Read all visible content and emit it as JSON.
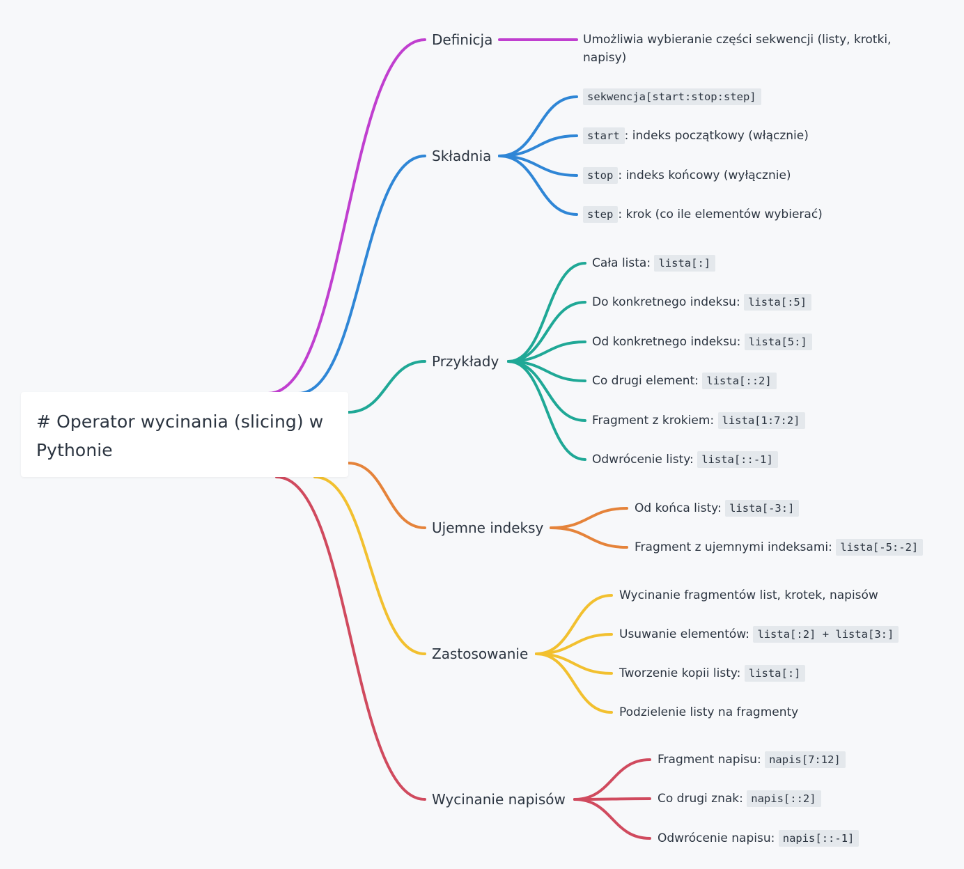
{
  "root": {
    "title": "# Operator wycinania (slicing) w Pythonie"
  },
  "colors": {
    "definicja": "#c03fcf",
    "skladnia": "#2f86d6",
    "przyklady": "#1fa896",
    "ujemne": "#e5833a",
    "zastosowanie": "#f2c02f",
    "napisy": "#d04a5e"
  },
  "branches": [
    {
      "label": "Definicja",
      "children": [
        {
          "text": "Umożliwia wybieranie części sekwencji (listy, krotki, napisy)",
          "code": ""
        }
      ]
    },
    {
      "label": "Składnia",
      "children": [
        {
          "code_first": "sekwencja[start:stop:step]",
          "text": ""
        },
        {
          "code_first": "start",
          "text": ": indeks początkowy (włącznie)"
        },
        {
          "code_first": "stop",
          "text": ": indeks końcowy (wyłącznie)"
        },
        {
          "code_first": "step",
          "text": ": krok (co ile elementów wybierać)"
        }
      ]
    },
    {
      "label": "Przykłady",
      "children": [
        {
          "text": "Cała lista:",
          "code": "lista[:]"
        },
        {
          "text": "Do konkretnego indeksu:",
          "code": "lista[:5]"
        },
        {
          "text": "Od konkretnego indeksu:",
          "code": "lista[5:]"
        },
        {
          "text": "Co drugi element:",
          "code": "lista[::2]"
        },
        {
          "text": "Fragment z krokiem:",
          "code": "lista[1:7:2]"
        },
        {
          "text": "Odwrócenie listy:",
          "code": "lista[::-1]"
        }
      ]
    },
    {
      "label": "Ujemne indeksy",
      "children": [
        {
          "text": "Od końca listy:",
          "code": "lista[-3:]"
        },
        {
          "text": "Fragment z ujemnymi indeksami:",
          "code": "lista[-5:-2]"
        }
      ]
    },
    {
      "label": "Zastosowanie",
      "children": [
        {
          "text": "Wycinanie fragmentów list, krotek, napisów",
          "code": ""
        },
        {
          "text": "Usuwanie elementów:",
          "code": "lista[:2] + lista[3:]"
        },
        {
          "text": "Tworzenie kopii listy:",
          "code": "lista[:]"
        },
        {
          "text": "Podzielenie listy na fragmenty",
          "code": ""
        }
      ]
    },
    {
      "label": "Wycinanie napisów",
      "children": [
        {
          "text": "Fragment napisu:",
          "code": "napis[7:12]"
        },
        {
          "text": "Co drugi znak:",
          "code": "napis[::2]"
        },
        {
          "text": "Odwrócenie napisu:",
          "code": "napis[::-1]"
        }
      ]
    }
  ]
}
